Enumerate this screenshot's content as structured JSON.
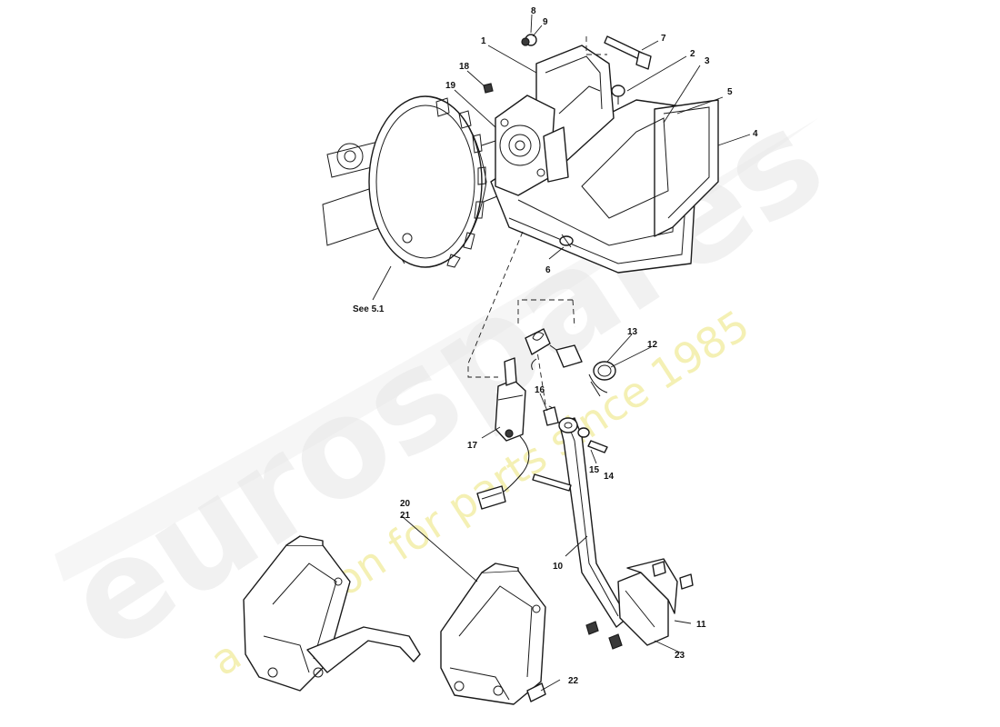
{
  "watermark": {
    "brand": "eurospares",
    "tagline": "a passion for parts since 1985",
    "tagline_color": "#f1ec9c"
  },
  "callouts": {
    "c1": "1",
    "c2": "2",
    "c3": "3",
    "c4": "4",
    "c5": "5",
    "c6": "6",
    "c7": "7",
    "c8": "8",
    "c9": "9",
    "c10": "10",
    "c11": "11",
    "c12": "12",
    "c13": "13",
    "c14": "14",
    "c15": "15",
    "c16": "16",
    "c17": "17",
    "c18": "18",
    "c19": "19",
    "c20": "20",
    "c21": "21",
    "c22": "22",
    "c23": "23"
  },
  "reference_note": "See 5.1"
}
